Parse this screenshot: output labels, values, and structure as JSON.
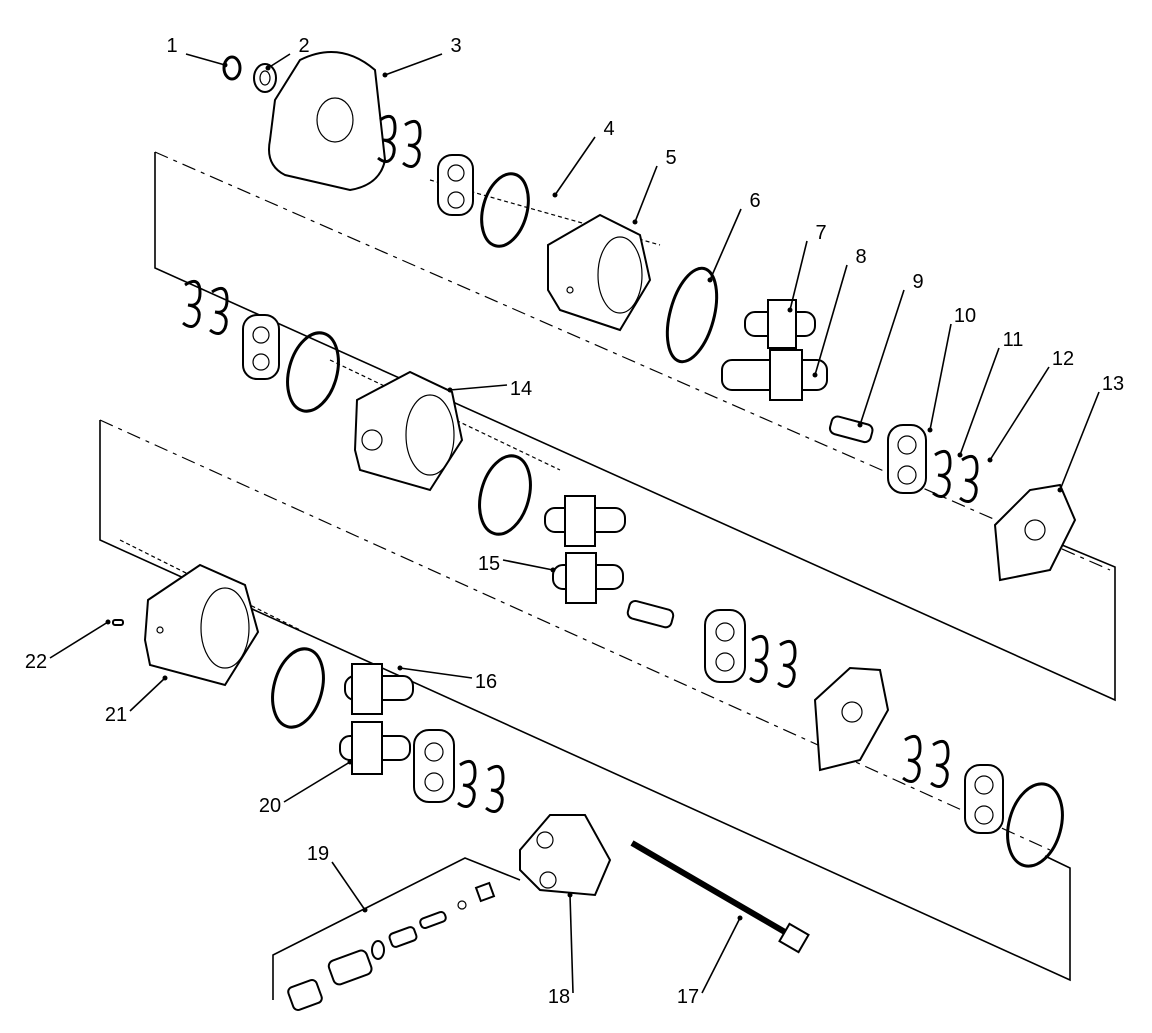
{
  "diagram": {
    "type": "exploded parts view",
    "callouts": [
      "1",
      "2",
      "3",
      "4",
      "5",
      "6",
      "7",
      "8",
      "9",
      "10",
      "11",
      "12",
      "13",
      "14",
      "15",
      "16",
      "17",
      "18",
      "19",
      "20",
      "21",
      "22"
    ]
  }
}
